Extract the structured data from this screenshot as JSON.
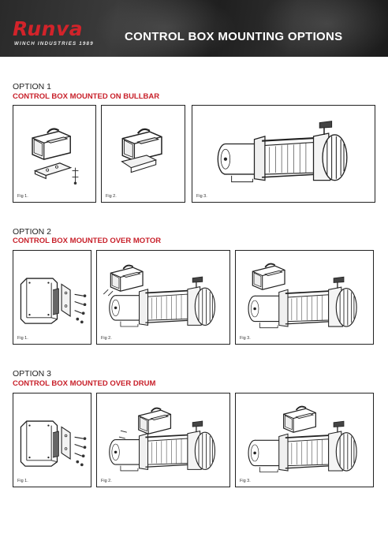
{
  "header": {
    "brand": "Runva",
    "brand_sub": "WINCH INDUSTRIES 1989",
    "title": "CONTROL BOX MOUNTING OPTIONS"
  },
  "options": [
    {
      "label": "OPTION 1",
      "subtitle": "CONTROL BOX MOUNTED ON BULLBAR",
      "figs": [
        "Fig 1.",
        "Fig 2.",
        "Fig 3."
      ]
    },
    {
      "label": "OPTION 2",
      "subtitle": "CONTROL BOX MOUNTED OVER MOTOR",
      "figs": [
        "Fig 1.",
        "Fig 2.",
        "Fig 3."
      ]
    },
    {
      "label": "OPTION 3",
      "subtitle": "CONTROL BOX MOUNTED OVER DRUM",
      "figs": [
        "Fig 1.",
        "Fig 2.",
        "Fig 3."
      ]
    }
  ],
  "colors": {
    "accent_red": "#c8202a",
    "header_dark": "#2a2a2a"
  }
}
